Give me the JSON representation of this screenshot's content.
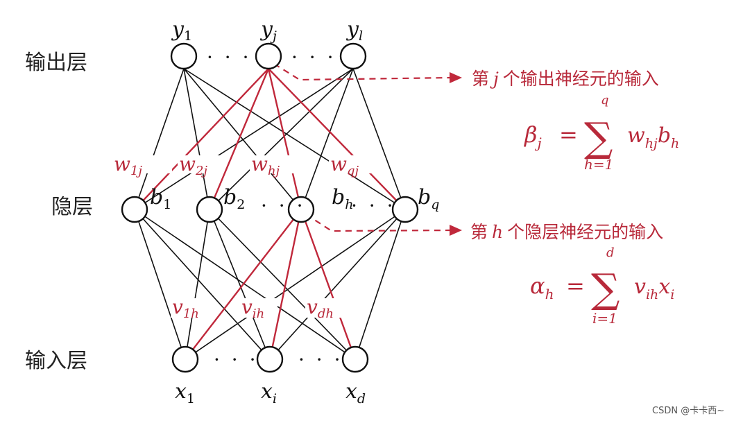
{
  "layers": {
    "output": "输出层",
    "hidden": "隐层",
    "input": "输入层"
  },
  "output_nodes": [
    {
      "base": "y",
      "sub": "1"
    },
    {
      "base": "y",
      "sub": "j"
    },
    {
      "base": "y",
      "sub": "l"
    }
  ],
  "hidden_nodes": [
    {
      "base": "b",
      "sub": "1"
    },
    {
      "base": "b",
      "sub": "2"
    },
    {
      "base": "b",
      "sub": "h"
    },
    {
      "base": "b",
      "sub": "q"
    }
  ],
  "input_nodes": [
    {
      "base": "x",
      "sub": "1"
    },
    {
      "base": "x",
      "sub": "i"
    },
    {
      "base": "x",
      "sub": "d"
    }
  ],
  "weights_out": [
    {
      "base": "w",
      "sub": "1j"
    },
    {
      "base": "w",
      "sub": "2j"
    },
    {
      "base": "w",
      "sub": "hj"
    },
    {
      "base": "w",
      "sub": "qj"
    }
  ],
  "weights_in": [
    {
      "base": "v",
      "sub": "1h"
    },
    {
      "base": "v",
      "sub": "ih"
    },
    {
      "base": "v",
      "sub": "dh"
    }
  ],
  "ellipsis": "· · ·",
  "annotation_output": {
    "pre": "第",
    "var": "j",
    "post": "个输出神经元的输入",
    "lhs": "β",
    "lhs_sub": "j",
    "sum_top": "q",
    "sum_bottom": "h=1",
    "rhs_w": "w",
    "rhs_w_sub": "hj",
    "rhs_b": "b",
    "rhs_b_sub": "h"
  },
  "annotation_hidden": {
    "pre": "第",
    "var": "h",
    "post": "个隐层神经元的输入",
    "lhs": "α",
    "lhs_sub": "h",
    "sum_top": "d",
    "sum_bottom": "i=1",
    "rhs_v": "v",
    "rhs_v_sub": "ih",
    "rhs_x": "x",
    "rhs_x_sub": "i"
  },
  "equals": "=",
  "sigma": "∑",
  "watermark": "CSDN @卡卡西~",
  "colors": {
    "accent": "#b8293a",
    "ink": "#111111"
  }
}
